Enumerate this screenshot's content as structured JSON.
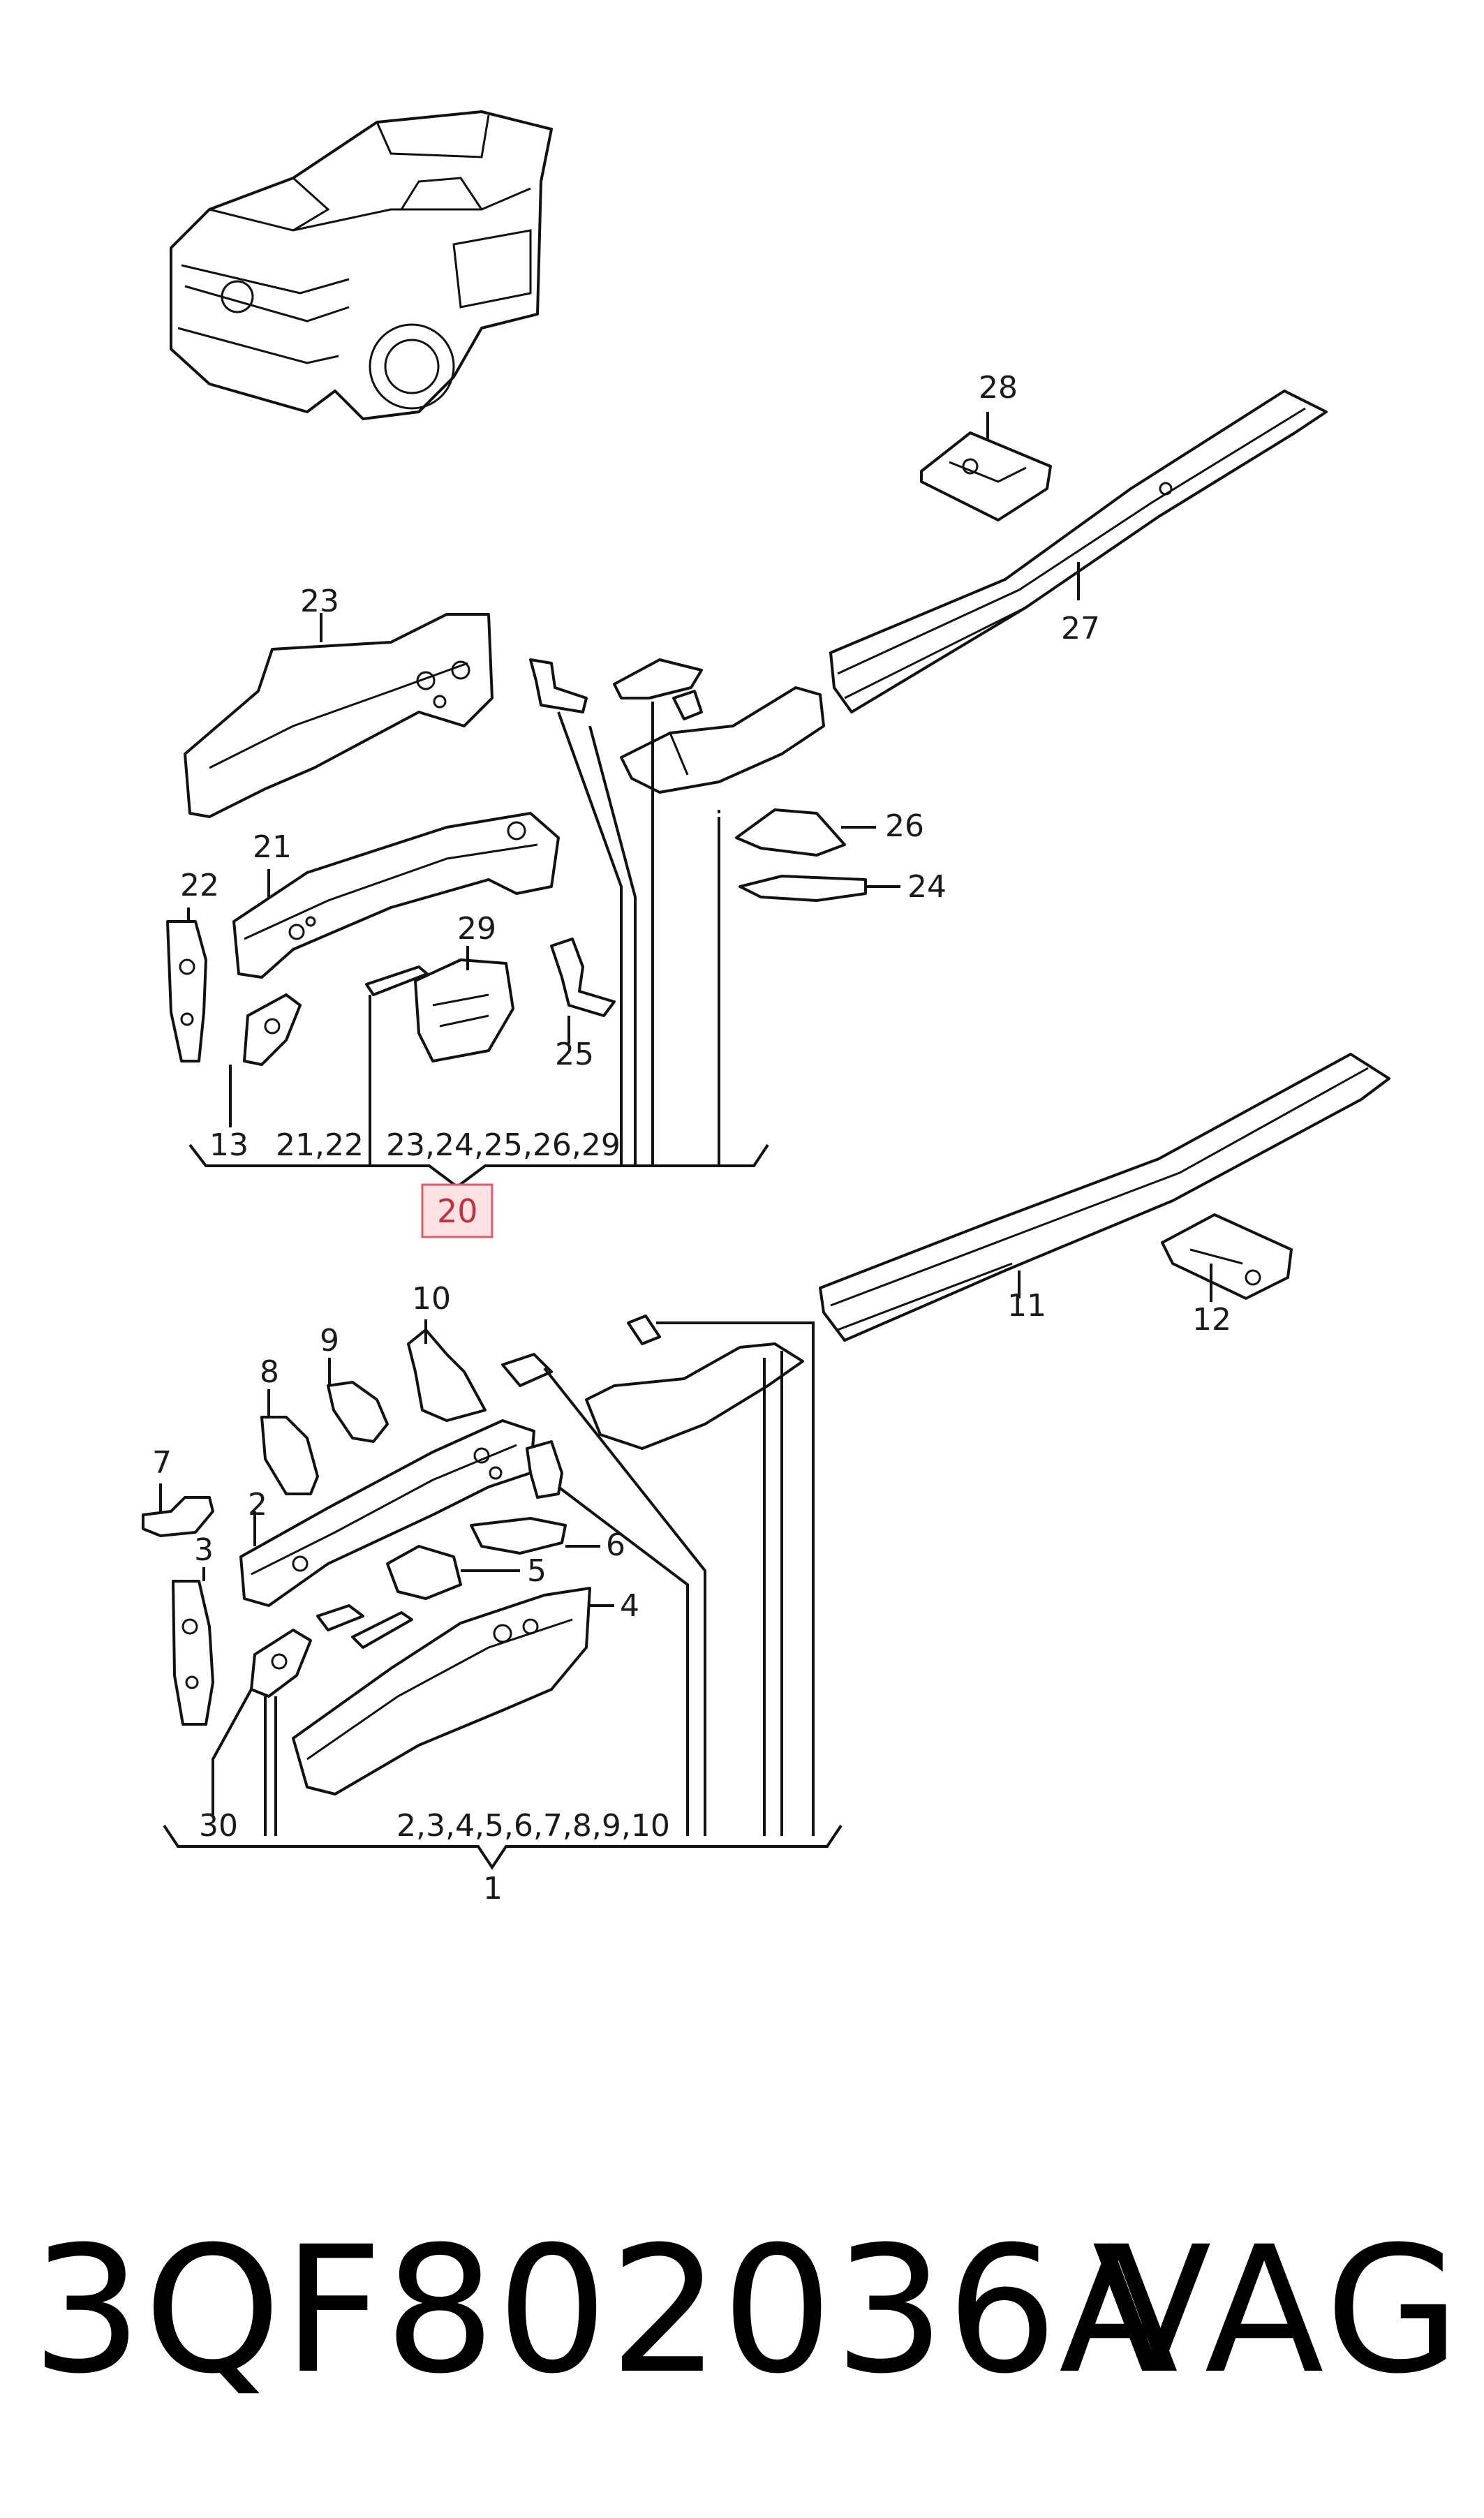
{
  "diagram": {
    "callouts": {
      "c1": "1",
      "c2": "2",
      "c3": "3",
      "c4": "4",
      "c5": "5",
      "c6": "6",
      "c7": "7",
      "c8": "8",
      "c9": "9",
      "c10": "10",
      "c11": "11",
      "c12": "12",
      "c13": "13",
      "c21": "21",
      "c22": "22",
      "c23": "23",
      "c24": "24",
      "c25": "25",
      "c26": "26",
      "c27": "27",
      "c28": "28",
      "c29": "29",
      "c30": "30"
    },
    "groups": {
      "g2122": "21,22",
      "g2329": "23,24,25,26,29",
      "g210": "2,3,4,5,6,7,8,9,10"
    },
    "highlighted": "20"
  },
  "footer": {
    "part_number": "3QF802036A",
    "brand": "VAG"
  }
}
